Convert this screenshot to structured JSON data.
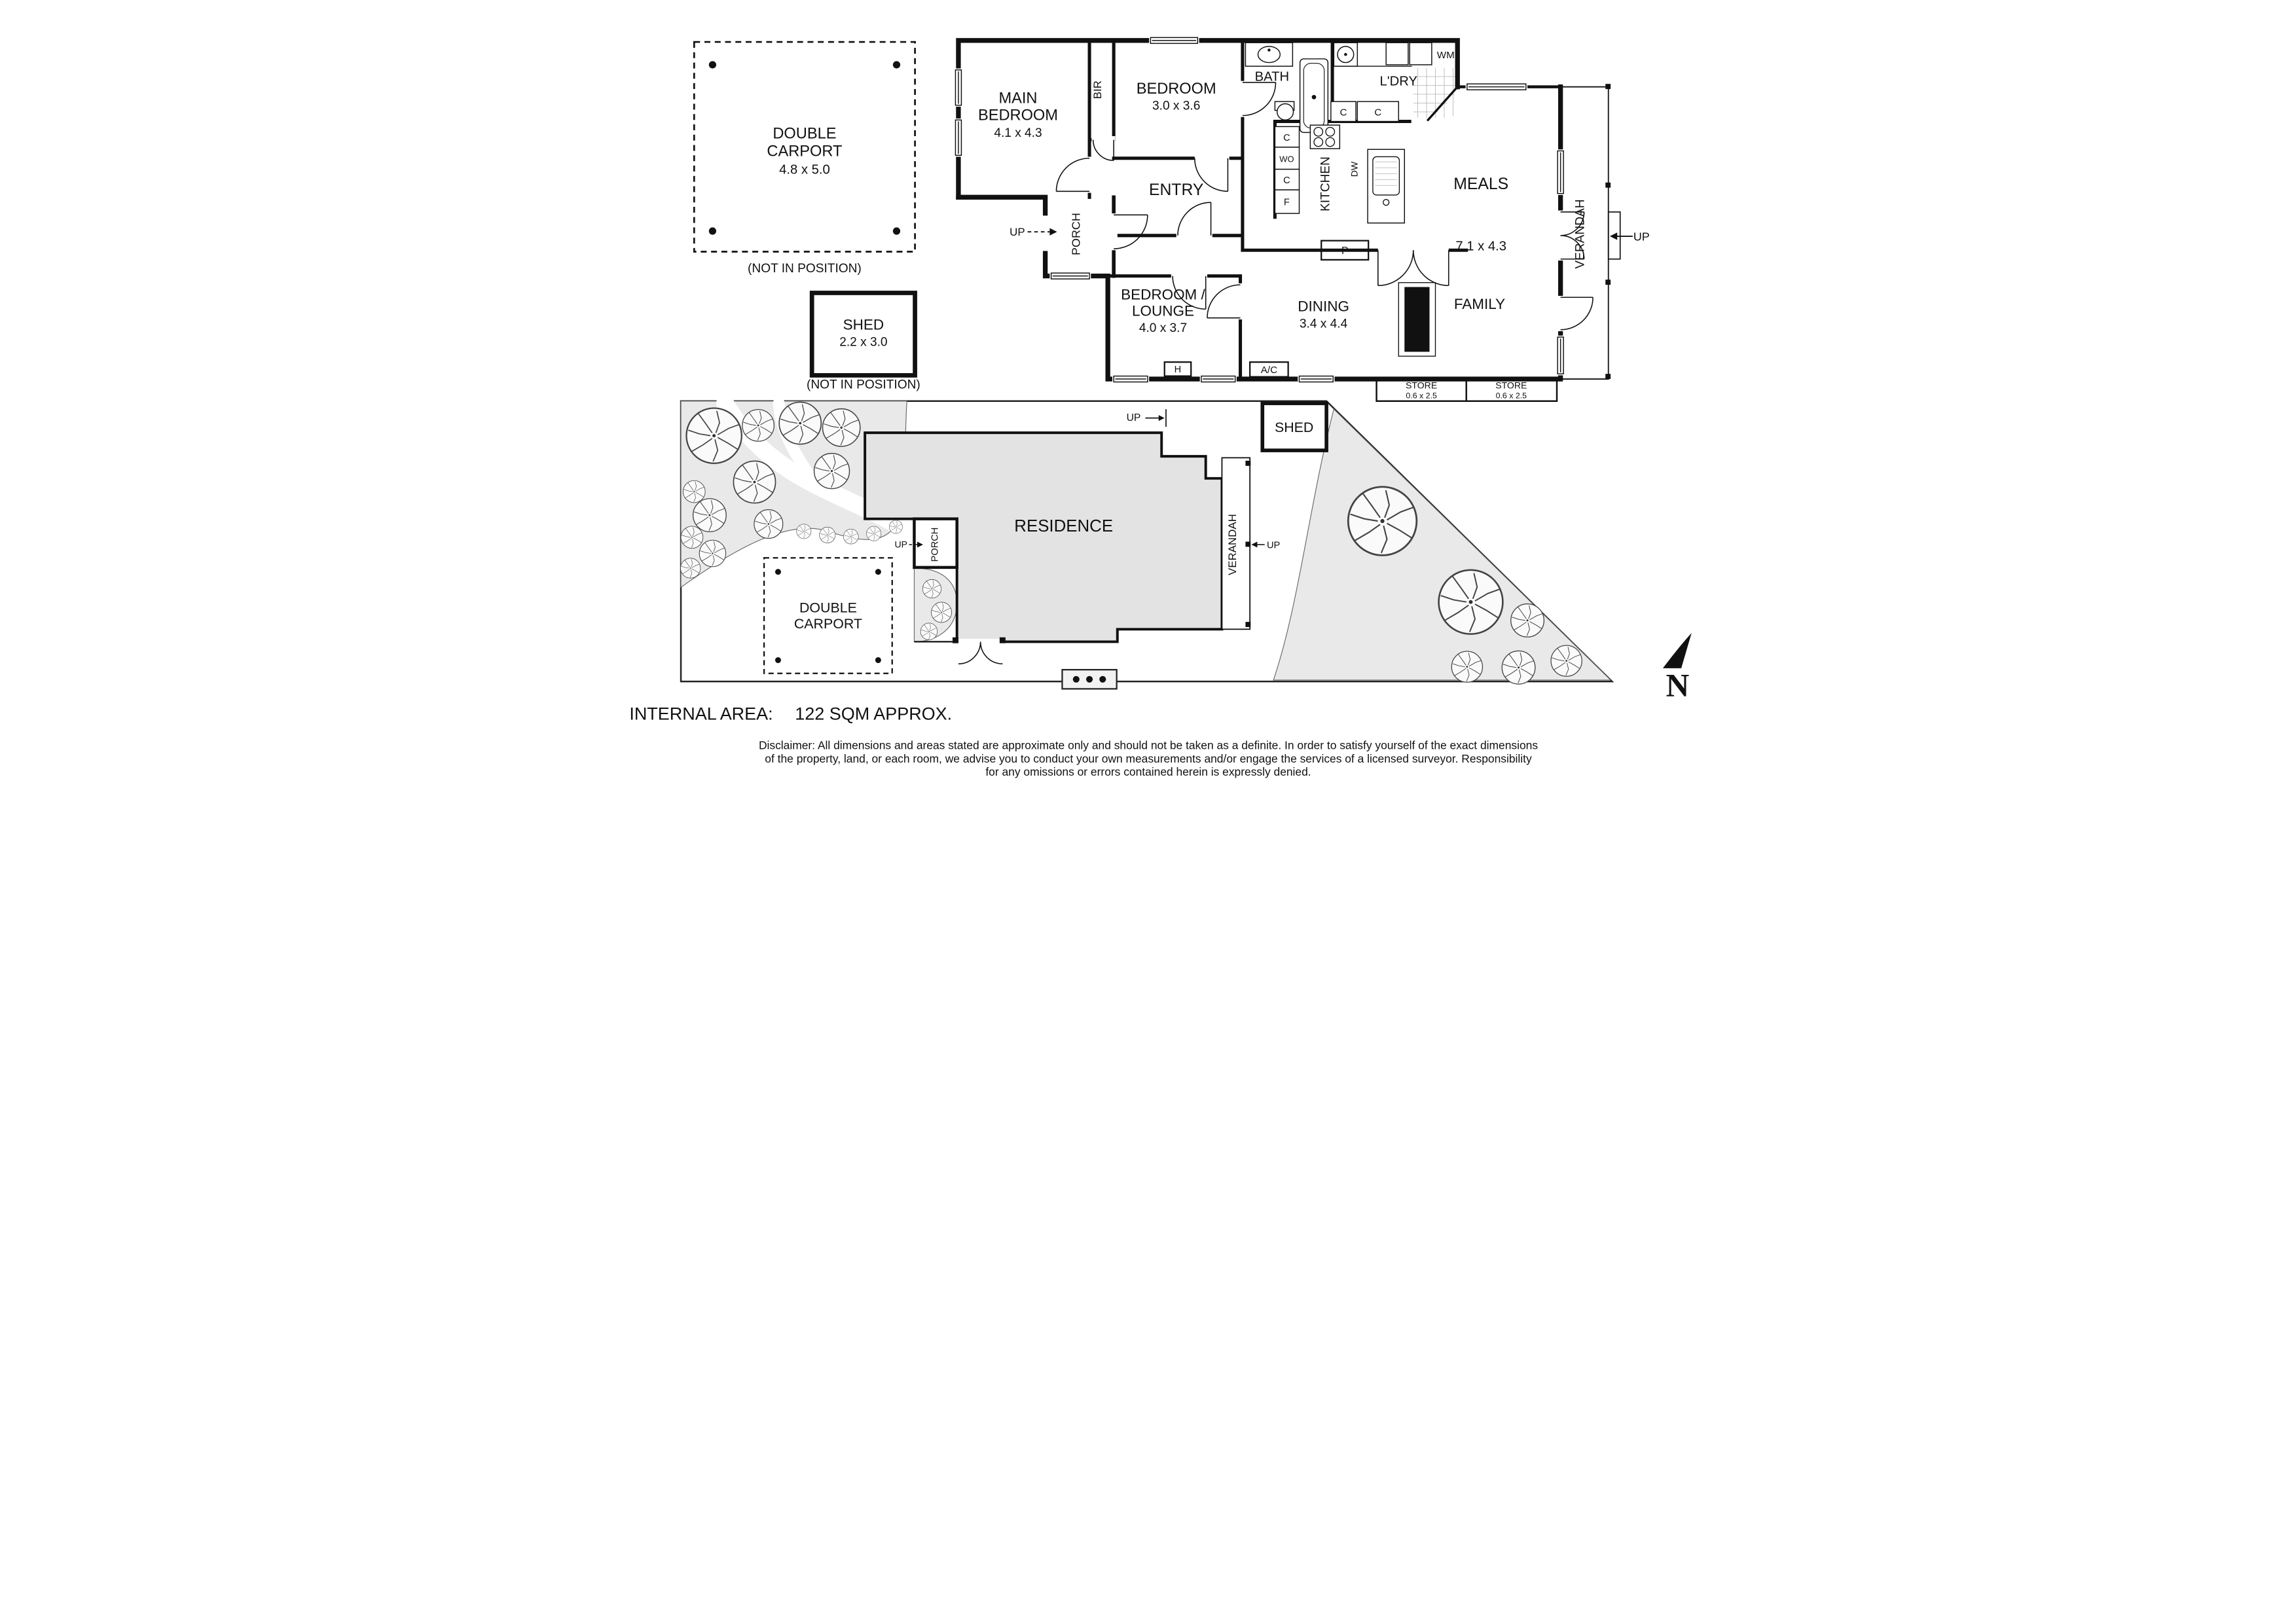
{
  "outbuildings": {
    "carport": {
      "line1": "DOUBLE",
      "line2": "CARPORT",
      "dims": "4.8 x 5.0",
      "note": "(NOT IN POSITION)"
    },
    "shed": {
      "label": "SHED",
      "dims": "2.2 x 3.0",
      "note": "(NOT IN POSITION)"
    }
  },
  "floorplan": {
    "main_bedroom": {
      "line1": "MAIN",
      "line2": "BEDROOM",
      "dims": "4.1 x 4.3"
    },
    "bir": "BIR",
    "bedroom": {
      "label": "BEDROOM",
      "dims": "3.0 x 3.6"
    },
    "bath": "BATH",
    "ldry": "L'DRY",
    "wm": "WM",
    "cupboard": "C",
    "wall_oven": "WO",
    "fridge": "F",
    "entry": "ENTRY",
    "porch": "PORCH",
    "up": "UP",
    "kitchen": "KITCHEN",
    "dishwasher": "DW",
    "pantry": "P",
    "meals": {
      "label": "MEALS",
      "dims": "7.1 x 4.3"
    },
    "family": "FAMILY",
    "dining": {
      "label": "DINING",
      "dims": "3.4 x 4.4"
    },
    "bedroom_lounge": {
      "line1": "BEDROOM /",
      "line2": "LOUNGE",
      "dims": "4.0 x 3.7"
    },
    "verandah": "VERANDAH",
    "heater": "H",
    "ac": "A/C",
    "store": {
      "label": "STORE",
      "dims": "0.6 x 2.5"
    }
  },
  "siteplan": {
    "residence": "RESIDENCE",
    "shed": "SHED",
    "verandah": "VERANDAH",
    "porch": "PORCH",
    "up": "UP",
    "carport": {
      "line1": "DOUBLE",
      "line2": "CARPORT"
    },
    "north": "N"
  },
  "footer": {
    "internal_area_label": "INTERNAL AREA:",
    "internal_area_value": "122 SQM APPROX.",
    "disclaimer_line1": "Disclaimer: All dimensions and areas stated are approximate only and should not be taken as a definite. In order to satisfy yourself of the exact dimensions",
    "disclaimer_line2": "of the property, land, or each room, we advise you to conduct your own measurements and/or engage the services of a licensed surveyor. Responsibility",
    "disclaimer_line3": "for any omissions or errors contained herein is expressly denied."
  },
  "colors": {
    "wall": "#111111",
    "garden_fill": "#e9e9e9",
    "residence_fill": "#e3e3e3",
    "text": "#111111"
  }
}
